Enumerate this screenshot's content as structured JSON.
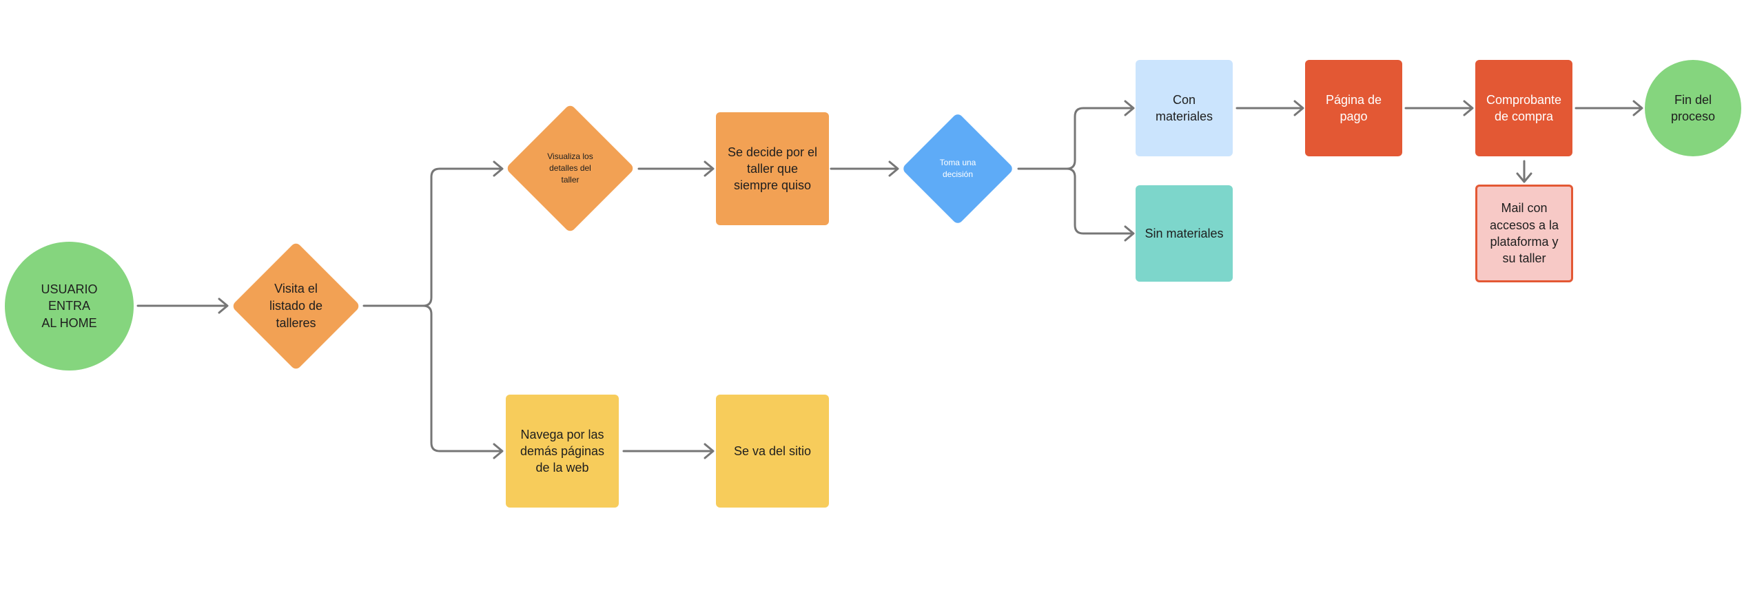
{
  "nodes": {
    "start": "USUARIO\nENTRA\nAL HOME",
    "visit_list": "Visita el\nlistado de\ntalleres",
    "view_details": "Visualiza los\ndetalles del\ntaller",
    "decides": "Se decide por el\ntaller que\nsiempre quiso",
    "decision": "Toma una\ndecisión",
    "with_materials": "Con\nmateriales",
    "without_materials": "Sin materiales",
    "payment_page": "Página de\npago",
    "receipt": "Comprobante\nde compra",
    "end": "Fin del\nproceso",
    "mail": "Mail con\naccesos a la\nplataforma y\nsu taller",
    "browse_pages": "Navega por las\ndemás páginas\nde la web",
    "leaves_site": "Se va del sitio"
  },
  "colors": {
    "green": "#85d57e",
    "orange": "#f2a154",
    "blue": "#5eabf7",
    "yellow": "#f7cc5b",
    "light_blue": "#cbe4fd",
    "teal": "#7dd6cb",
    "red": "#e35834",
    "pink": "#f7c9c6",
    "connector": "#767676"
  }
}
